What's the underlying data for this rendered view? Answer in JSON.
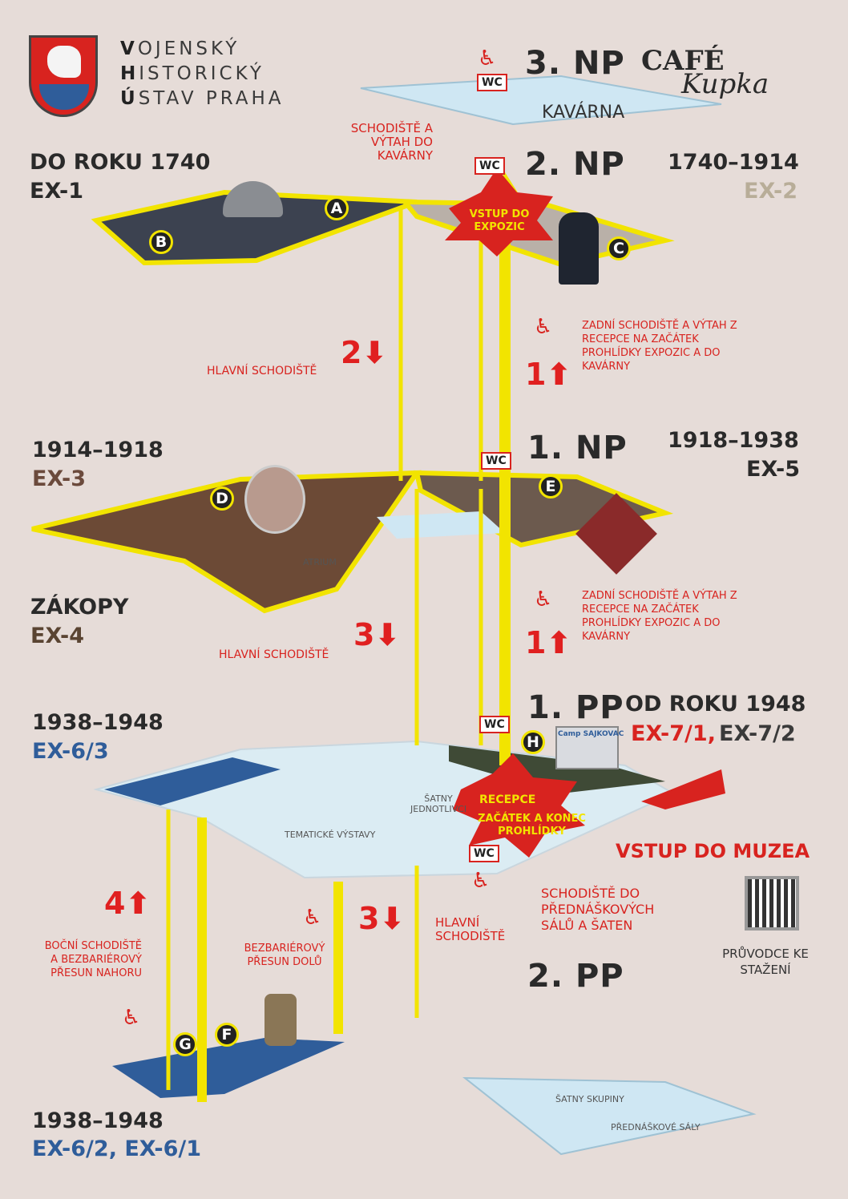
{
  "institution": {
    "line1_initial": "V",
    "line1_rest": "OJENSKÝ",
    "line2_initial": "H",
    "line2_rest": "ISTORICKÝ",
    "line3_initial": "Ú",
    "line3_rest": "STAV PRAHA"
  },
  "cafe": {
    "name": "CAFÉ",
    "script": "Kupka",
    "room": "KAVÁRNA"
  },
  "floors": {
    "np3": "3. NP",
    "np2": "2. NP",
    "np1": "1. NP",
    "pp1": "1. PP",
    "pp2": "2. PP"
  },
  "exhibitions": {
    "ex1": {
      "period": "DO ROKU 1740",
      "code": "EX-1",
      "color": "#2a2a2a"
    },
    "ex2": {
      "period": "1740–1914",
      "code": "EX-2",
      "color": "#b8ad98"
    },
    "ex3": {
      "period": "1914–1918",
      "code": "EX-3",
      "color": "#6b4a3c"
    },
    "ex4": {
      "period": "ZÁKOPY",
      "code": "EX-4",
      "color": "#5a4432"
    },
    "ex5": {
      "period": "1918–1938",
      "code": "EX-5",
      "color": "#2a2a2a"
    },
    "ex6_3": {
      "period": "1938–1948",
      "code": "EX-6/3",
      "color": "#2f5d9a"
    },
    "ex7": {
      "period": "OD ROKU 1948",
      "code_a": "EX-7/1,",
      "code_b": "EX-7/2",
      "color_a": "#d8231f",
      "color_b": "#3a3a3a"
    },
    "ex6_21": {
      "period": "1938–1948",
      "code": "EX-6/2, EX-6/1",
      "color": "#2f5d9a"
    }
  },
  "labels": {
    "stairs_to_cafe": "SCHODIŠTĚ A VÝTAH DO KAVÁRNY",
    "entrance_expo": "VSTUP DO EXPOZIC",
    "main_stairs_1": "HLAVNÍ SCHODIŠTĚ",
    "main_stairs_2": "HLAVNÍ SCHODIŠTĚ",
    "main_stairs_3": "HLAVNÍ SCHODIŠTĚ",
    "back_stairs_1": "ZADNÍ SCHODIŠTĚ A VÝTAH Z RECEPCE NA ZAČÁTEK PROHLÍDKY EXPOZIC A DO KAVÁRNY",
    "back_stairs_2": "ZADNÍ SCHODIŠTĚ A VÝTAH Z RECEPCE NA ZAČÁTEK PROHLÍDKY EXPOZIC A DO KAVÁRNY",
    "atrium": "ATRIUM",
    "cloakroom_single": "ŠATNY JEDNOTLIVCI",
    "thematic": "TEMATICKÉ VÝSTAVY",
    "reception": "RECEPCE",
    "reception_sub": "ZAČÁTEK A KONEC PROHLÍDKY",
    "museum_entrance": "VSTUP DO MUZEA",
    "lecture_stairs": "SCHODIŠTĚ DO PŘEDNÁŠKOVÝCH SÁLŮ A ŠATEN",
    "guide": "PRŮVODCE KE STAŽENÍ",
    "side_stairs": "BOČNÍ SCHODIŠTĚ A BEZBARIÉROVÝ PŘESUN NAHORU",
    "barrierfree_down": "BEZBARIÉROVÝ PŘESUN DOLŮ",
    "cloakroom_groups": "ŠATNY SKUPINY",
    "lecture_halls": "PŘEDNÁŠKOVÉ SÁLY",
    "camp": "Camp SAJKOVAC",
    "wc": "WC"
  },
  "markers": [
    "A",
    "B",
    "C",
    "D",
    "E",
    "F",
    "G",
    "H"
  ],
  "steps": [
    "1",
    "2",
    "1",
    "3",
    "3",
    "4"
  ],
  "colors": {
    "path": "#f2e400",
    "accent": "#d8231f",
    "ex6": "#2f5d9a",
    "floor_dark": "#3a3f4a"
  }
}
